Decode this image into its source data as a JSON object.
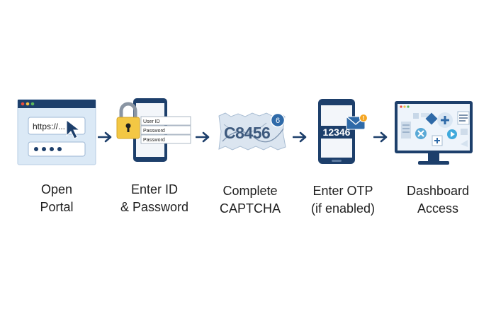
{
  "colors": {
    "navy": "#1d3f6b",
    "blue": "#2f6aa8",
    "light_blue": "#dbe9f6",
    "gold": "#f3c744",
    "orange": "#f5a623",
    "text": "#1f1f1f"
  },
  "steps": [
    {
      "id": "open-portal",
      "icon": "browser-window-icon",
      "caption_lines": [
        "Open",
        "Portal"
      ],
      "url_text": "https://..."
    },
    {
      "id": "enter-id",
      "icon": "padlock-phone-icon",
      "caption_lines": [
        "Enter ID",
        "& Password"
      ],
      "field_labels": [
        "User ID",
        "Password",
        "Password"
      ]
    },
    {
      "id": "captcha",
      "icon": "captcha-icon",
      "caption_lines": [
        "Complete",
        "CAPTCHA"
      ],
      "captcha_text": "C8456",
      "refresh_badge": "6"
    },
    {
      "id": "otp",
      "icon": "otp-phone-icon",
      "caption_lines": [
        "Enter OTP",
        "(if enabled)"
      ],
      "otp_code": "12346",
      "notification_badge": "!"
    },
    {
      "id": "dashboard",
      "icon": "dashboard-monitor-icon",
      "caption_lines": [
        "Dashboard",
        "Access"
      ]
    }
  ]
}
